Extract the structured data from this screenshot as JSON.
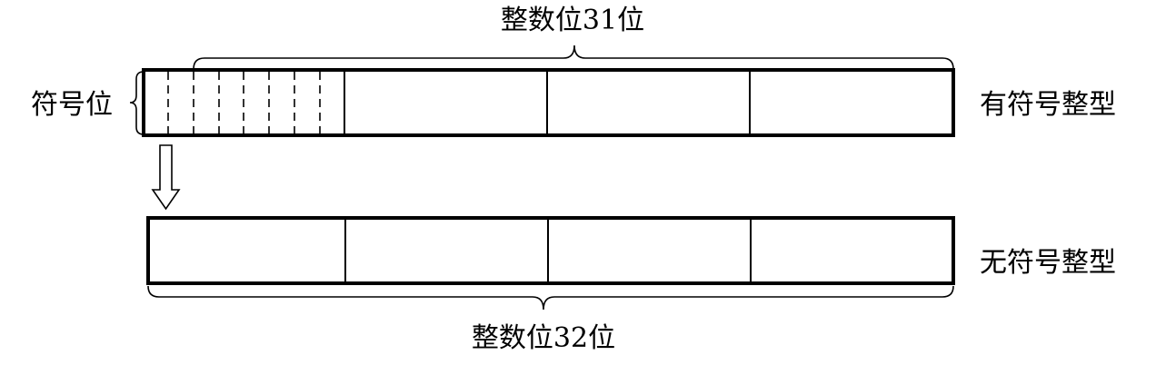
{
  "labels": {
    "integer_bits_31": "整数位31位",
    "sign_bit": "符号位",
    "signed_int": "有符号整型",
    "unsigned_int": "无符号整型",
    "integer_bits_32": "整数位32位"
  },
  "signed_register": {
    "bytes": 4,
    "bits_in_first_byte": 8
  },
  "unsigned_register": {
    "bytes": 4
  },
  "colors": {
    "stroke": "#000000",
    "background": "#ffffff"
  }
}
